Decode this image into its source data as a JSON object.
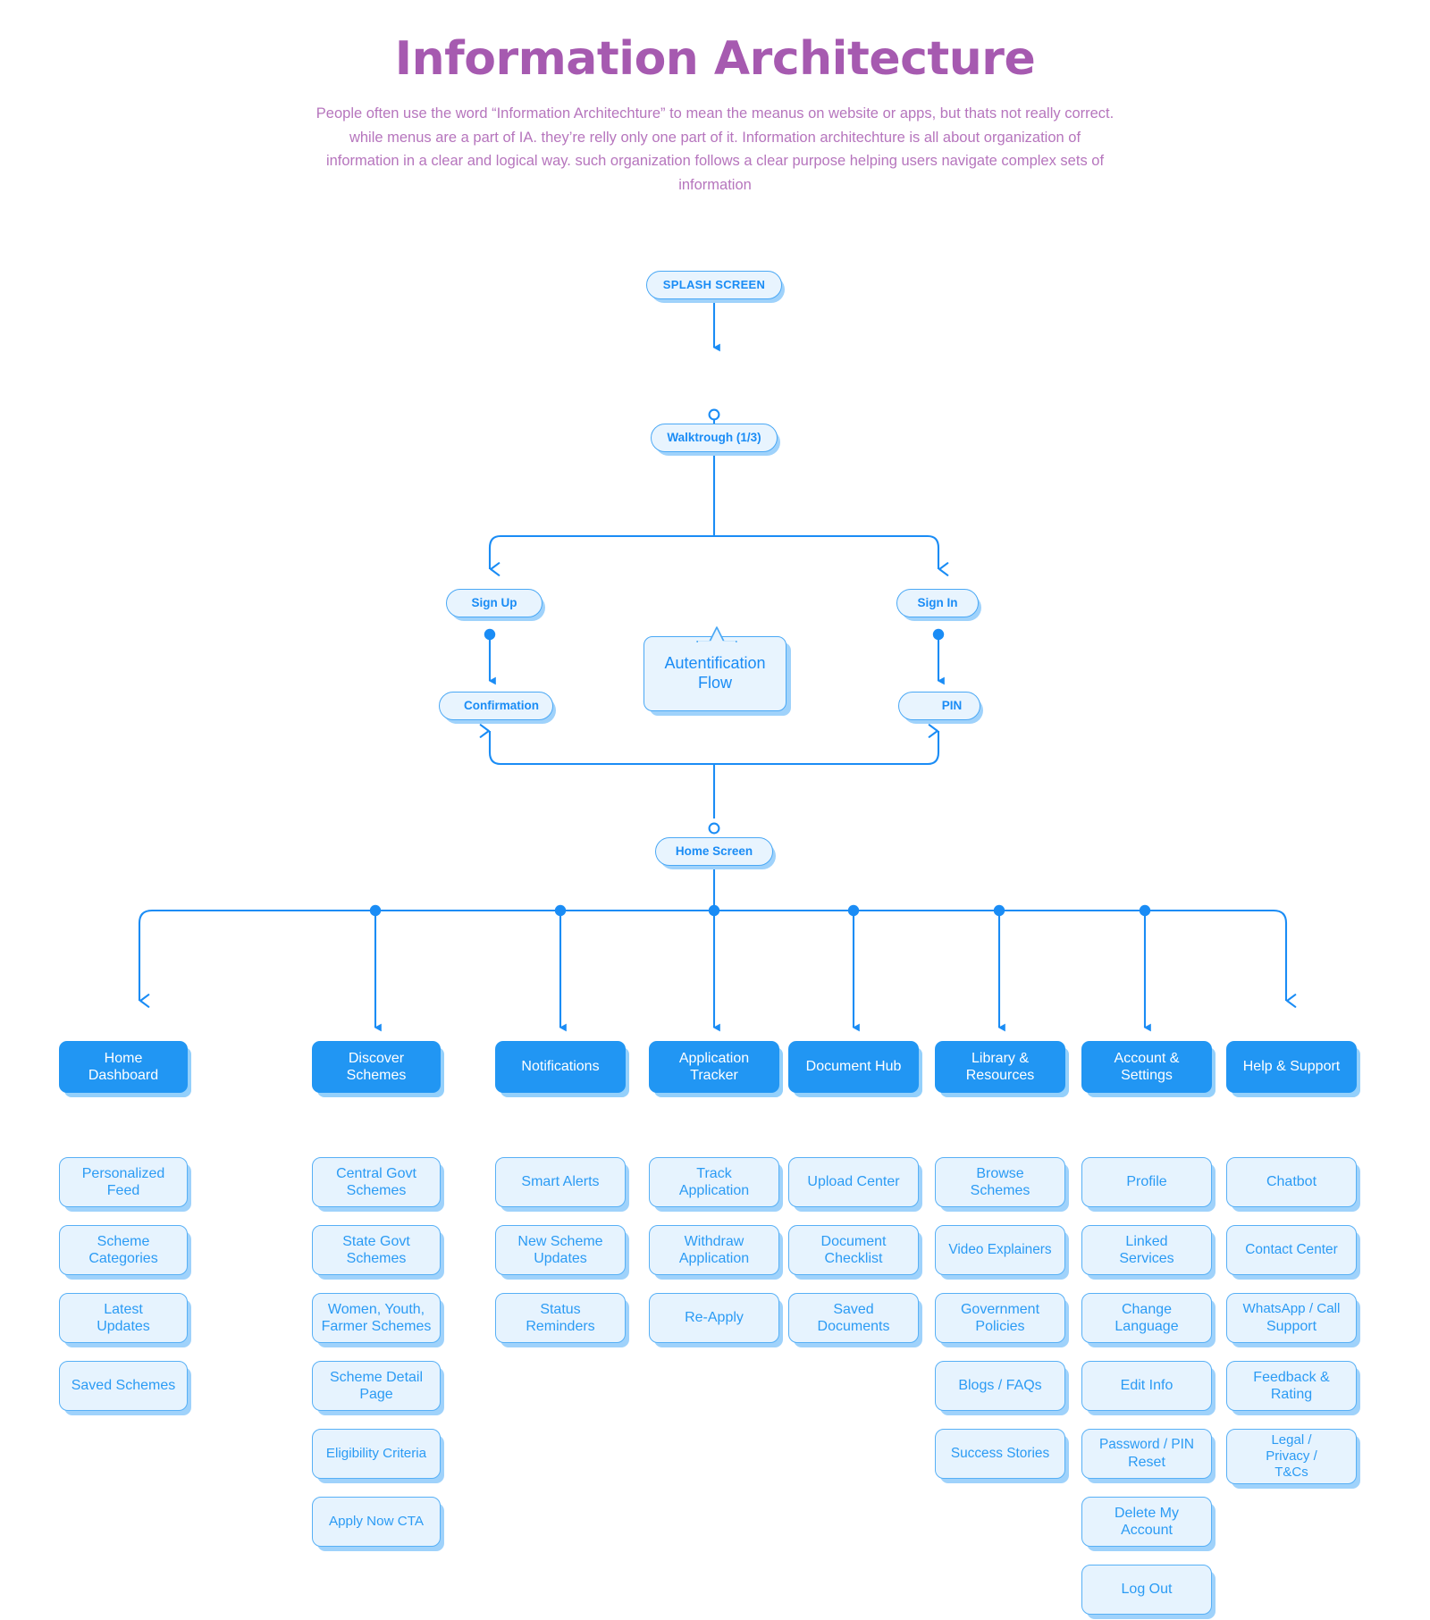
{
  "header": {
    "title": "Information Architecture",
    "subtitle": "People often use the word “Information Architechture” to mean the meanus on website or apps, but thats not really correct. while menus are a part of IA. they’re relly only one part of it. Information architechture is all about organization of information in a clear and logical way. such organization follows a clear purpose helping users navigate complex sets of information"
  },
  "colors": {
    "title_purple": "#a65ab0",
    "body_purple": "#b675bd",
    "accent_blue": "#2196f3",
    "line_blue": "#1a8cf5",
    "pill_fill": "#e8f4fe",
    "pill_border": "#4aa8f5",
    "shadow_blue": "#9fd2fb",
    "sub_text": "#2b9bf4"
  },
  "flow": {
    "splash": "SPLASH SCREEN",
    "walkthrough": "Walktrough (1/3)",
    "sign_up": "Sign  Up",
    "sign_in": "Sign In",
    "confirmation": "Confirmation",
    "pin": "PIN",
    "auth_flow_line1": "Autentification",
    "auth_flow_line2": "Flow",
    "home_screen": "Home Screen"
  },
  "columns": [
    {
      "category": {
        "line1": "Home",
        "line2": "Dashboard"
      },
      "items": [
        {
          "line1": "Personalized",
          "line2": "Feed"
        },
        {
          "line1": "Scheme",
          "line2": "Categories"
        },
        {
          "line1": "Latest",
          "line2": "Updates"
        },
        {
          "line1": "Saved Schemes",
          "line2": ""
        }
      ]
    },
    {
      "category": {
        "line1": "Discover",
        "line2": "Schemes"
      },
      "items": [
        {
          "line1": "Central Govt",
          "line2": "Schemes"
        },
        {
          "line1": "State Govt",
          "line2": "Schemes"
        },
        {
          "line1": "Women, Youth,",
          "line2": "Farmer Schemes"
        },
        {
          "line1": "Scheme Detail",
          "line2": "Page"
        },
        {
          "line1": "Eligibility Criteria",
          "line2": ""
        },
        {
          "line1": "Apply Now CTA",
          "line2": ""
        }
      ]
    },
    {
      "category": {
        "line1": "Notifications",
        "line2": ""
      },
      "items": [
        {
          "line1": "Smart Alerts",
          "line2": ""
        },
        {
          "line1": "New Scheme",
          "line2": "Updates"
        },
        {
          "line1": "Status",
          "line2": "Reminders"
        }
      ]
    },
    {
      "category": {
        "line1": "Application",
        "line2": "Tracker"
      },
      "items": [
        {
          "line1": "Track",
          "line2": "Application"
        },
        {
          "line1": "Withdraw",
          "line2": "Application"
        },
        {
          "line1": "Re-Apply",
          "line2": ""
        }
      ]
    },
    {
      "category": {
        "line1": "Document Hub",
        "line2": ""
      },
      "items": [
        {
          "line1": "Upload Center",
          "line2": ""
        },
        {
          "line1": "Document",
          "line2": "Checklist"
        },
        {
          "line1": "Saved",
          "line2": "Documents"
        }
      ]
    },
    {
      "category": {
        "line1": "Library &",
        "line2": "Resources"
      },
      "items": [
        {
          "line1": "Browse",
          "line2": "Schemes"
        },
        {
          "line1": "Video Explainers",
          "line2": ""
        },
        {
          "line1": "Government",
          "line2": "Policies"
        },
        {
          "line1": "Blogs / FAQs",
          "line2": ""
        },
        {
          "line1": "Success Stories",
          "line2": ""
        }
      ]
    },
    {
      "category": {
        "line1": "Account &",
        "line2": "Settings"
      },
      "items": [
        {
          "line1": "Profile",
          "line2": ""
        },
        {
          "line1": "Linked",
          "line2": "Services"
        },
        {
          "line1": "Change",
          "line2": "Language"
        },
        {
          "line1": "Edit Info",
          "line2": ""
        },
        {
          "line1": "Password / PIN",
          "line2": "Reset"
        },
        {
          "line1": "Delete My",
          "line2": "Account"
        },
        {
          "line1": "Log Out",
          "line2": ""
        }
      ]
    },
    {
      "category": {
        "line1": "Help & Support",
        "line2": ""
      },
      "items": [
        {
          "line1": "Chatbot",
          "line2": ""
        },
        {
          "line1": "Contact Center",
          "line2": ""
        },
        {
          "line1": "WhatsApp / Call",
          "line2": "Support"
        },
        {
          "line1": "Feedback &",
          "line2": "Rating"
        },
        {
          "line1": "Legal /",
          "line2": "Privacy /",
          "line3": "T&Cs"
        }
      ]
    }
  ]
}
